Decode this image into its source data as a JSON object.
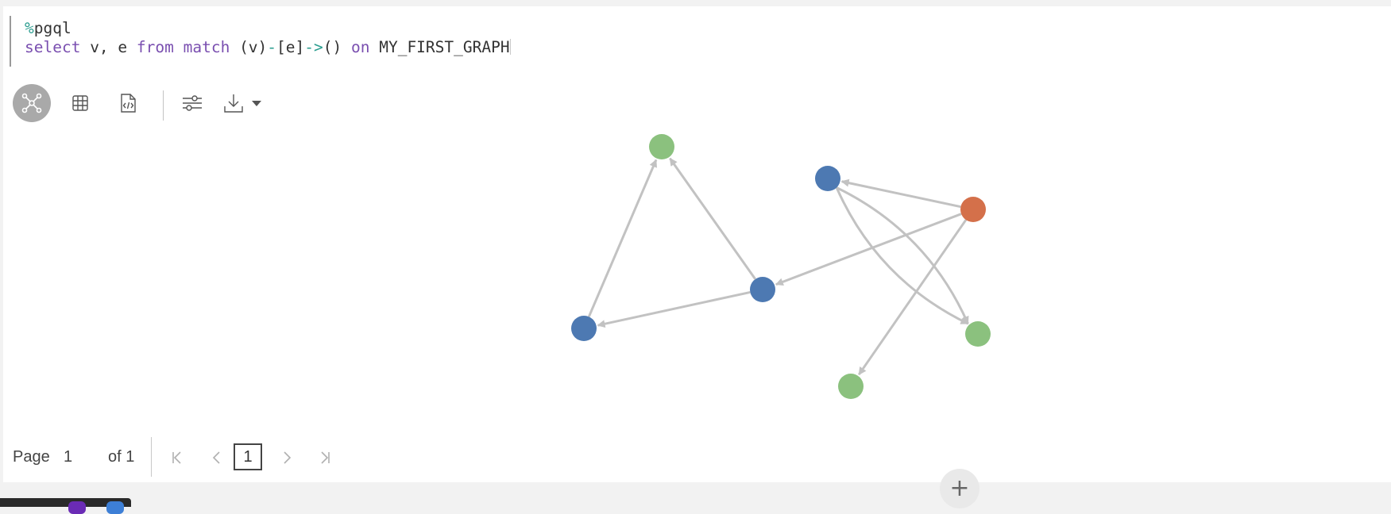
{
  "code": {
    "magic_prefix": "%",
    "magic_name": "pgql",
    "tokens": [
      "select",
      " v, e ",
      "from",
      " ",
      "match",
      " (v)",
      "-",
      "[e]",
      "->",
      "() ",
      "on",
      " MY_FIRST_GRAPH"
    ]
  },
  "toolbar": {
    "buttons": [
      {
        "icon": "graph-view-icon",
        "active": true
      },
      {
        "icon": "table-view-icon",
        "active": false
      },
      {
        "icon": "json-view-icon",
        "active": false
      },
      {
        "icon": "settings-sliders-icon",
        "active": false
      },
      {
        "icon": "download-icon",
        "active": false
      },
      {
        "icon": "dropdown-caret-icon",
        "active": false
      }
    ]
  },
  "graph": {
    "colors": {
      "blue": "#4d79b2",
      "green": "#8bc17e",
      "orange": "#d4704a",
      "edge": "#c2c2c2"
    },
    "nodes": [
      {
        "id": "n1",
        "color": "green"
      },
      {
        "id": "n2",
        "color": "blue"
      },
      {
        "id": "n3",
        "color": "orange"
      },
      {
        "id": "n4",
        "color": "blue"
      },
      {
        "id": "n5",
        "color": "blue"
      },
      {
        "id": "n6",
        "color": "green"
      },
      {
        "id": "n7",
        "color": "green"
      }
    ],
    "edges": [
      {
        "from": "n5",
        "to": "n1"
      },
      {
        "from": "n4",
        "to": "n1"
      },
      {
        "from": "n4",
        "to": "n5"
      },
      {
        "from": "n3",
        "to": "n4"
      },
      {
        "from": "n3",
        "to": "n2"
      },
      {
        "from": "n3",
        "to": "n7"
      },
      {
        "from": "n2",
        "to": "n6"
      },
      {
        "from": "n2",
        "to": "n6"
      }
    ]
  },
  "pagination": {
    "page_label": "Page",
    "page_value": "1",
    "of_label": "of 1",
    "current_page": "1"
  },
  "add_button": {
    "label": "+"
  }
}
